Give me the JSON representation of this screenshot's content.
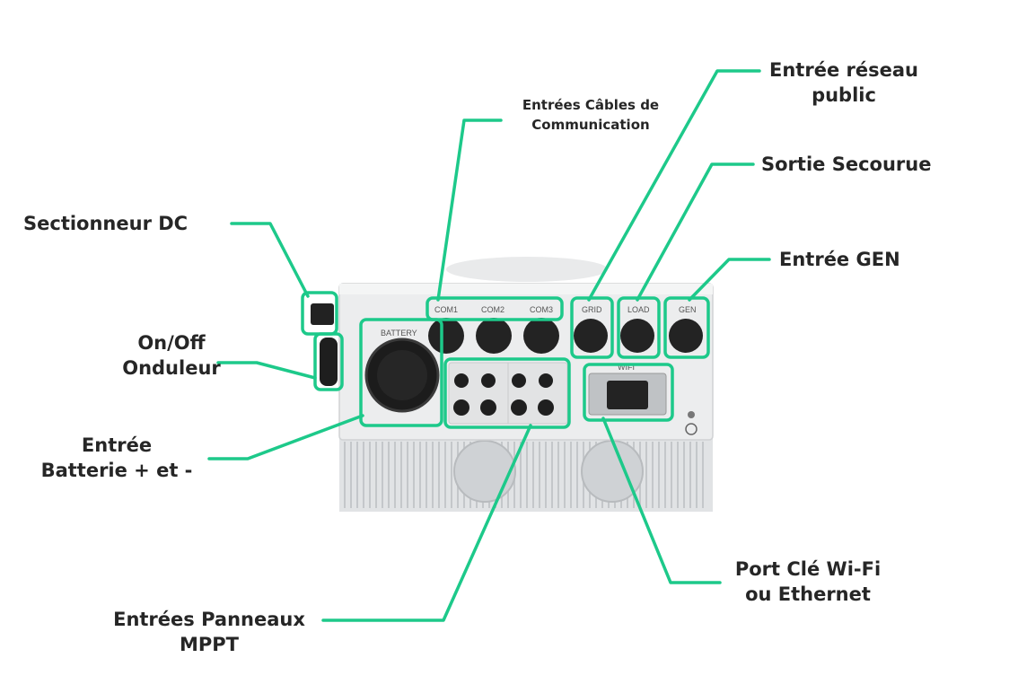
{
  "colors": {
    "accent": "#1dc98a",
    "text": "#262626",
    "body": "#ecedee",
    "heatsink": "#d7d9db"
  },
  "device": {
    "port_labels": {
      "com1": "COM1",
      "com2": "COM2",
      "com3": "COM3",
      "grid": "GRID",
      "load": "LOAD",
      "gen": "GEN",
      "battery": "BATTERY",
      "wifi": "WIFI"
    }
  },
  "callouts": {
    "dc_disconnect": "Sectionneur DC",
    "onoff": [
      "On/Off",
      "Onduleur"
    ],
    "battery_in": [
      "Entrée",
      "Batterie + et -"
    ],
    "com_cables": [
      "Entrées Câbles de",
      "Communication"
    ],
    "grid_in": [
      "Entrée réseau",
      "public"
    ],
    "backup_out": "Sortie Secourue",
    "gen_in": "Entrée GEN",
    "mppt_in": [
      "Entrées Panneaux",
      "MPPT"
    ],
    "wifi_port": [
      "Port Clé Wi-Fi",
      "ou Ethernet"
    ]
  }
}
